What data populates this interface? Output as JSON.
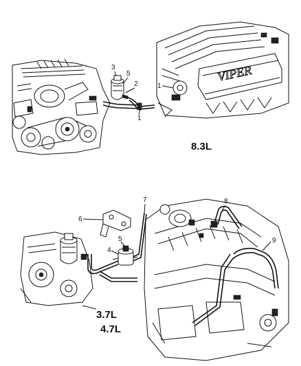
{
  "callouts": {
    "c1a": "1",
    "c1b": "1",
    "c2": "2",
    "c3": "3",
    "c4": "4",
    "c5a": "5",
    "c5b": "5",
    "c6": "6",
    "c7": "7",
    "c8": "8",
    "c9": "9"
  },
  "engine_labels": {
    "v83": "8.3L",
    "v37": "3.7L",
    "v47": "4.7L"
  },
  "logo_text": "VIPER"
}
